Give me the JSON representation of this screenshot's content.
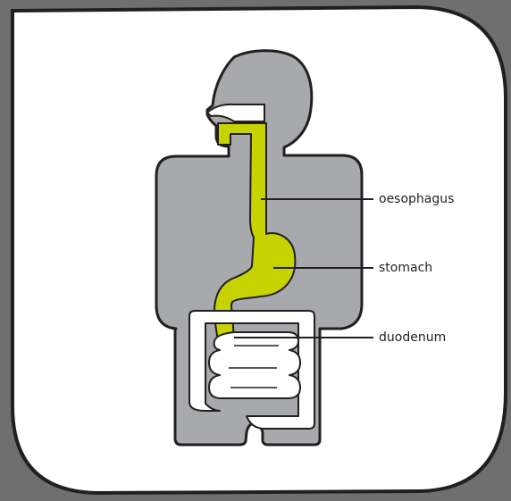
{
  "diagram": {
    "labels": {
      "oesophagus": "oesophagus",
      "stomach": "stomach",
      "duodenum": "duodenum"
    },
    "colors": {
      "frame": "#6f6f70",
      "card": "#ffffff",
      "body": "#a7a9ac",
      "outline": "#231f20",
      "organ": "#c6d300",
      "intestine": "#ffffff"
    }
  }
}
